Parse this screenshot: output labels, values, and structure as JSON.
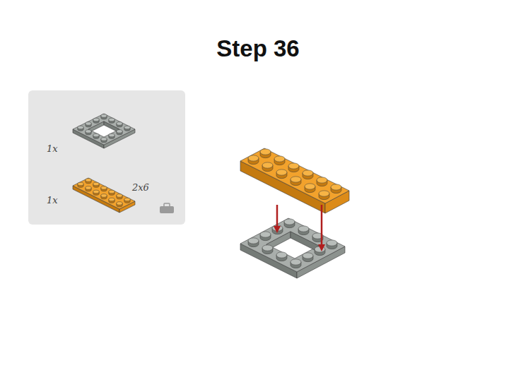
{
  "diagram": {
    "title": "Step 36",
    "labels": [
      "1x",
      "1x",
      "2x6"
    ]
  }
}
